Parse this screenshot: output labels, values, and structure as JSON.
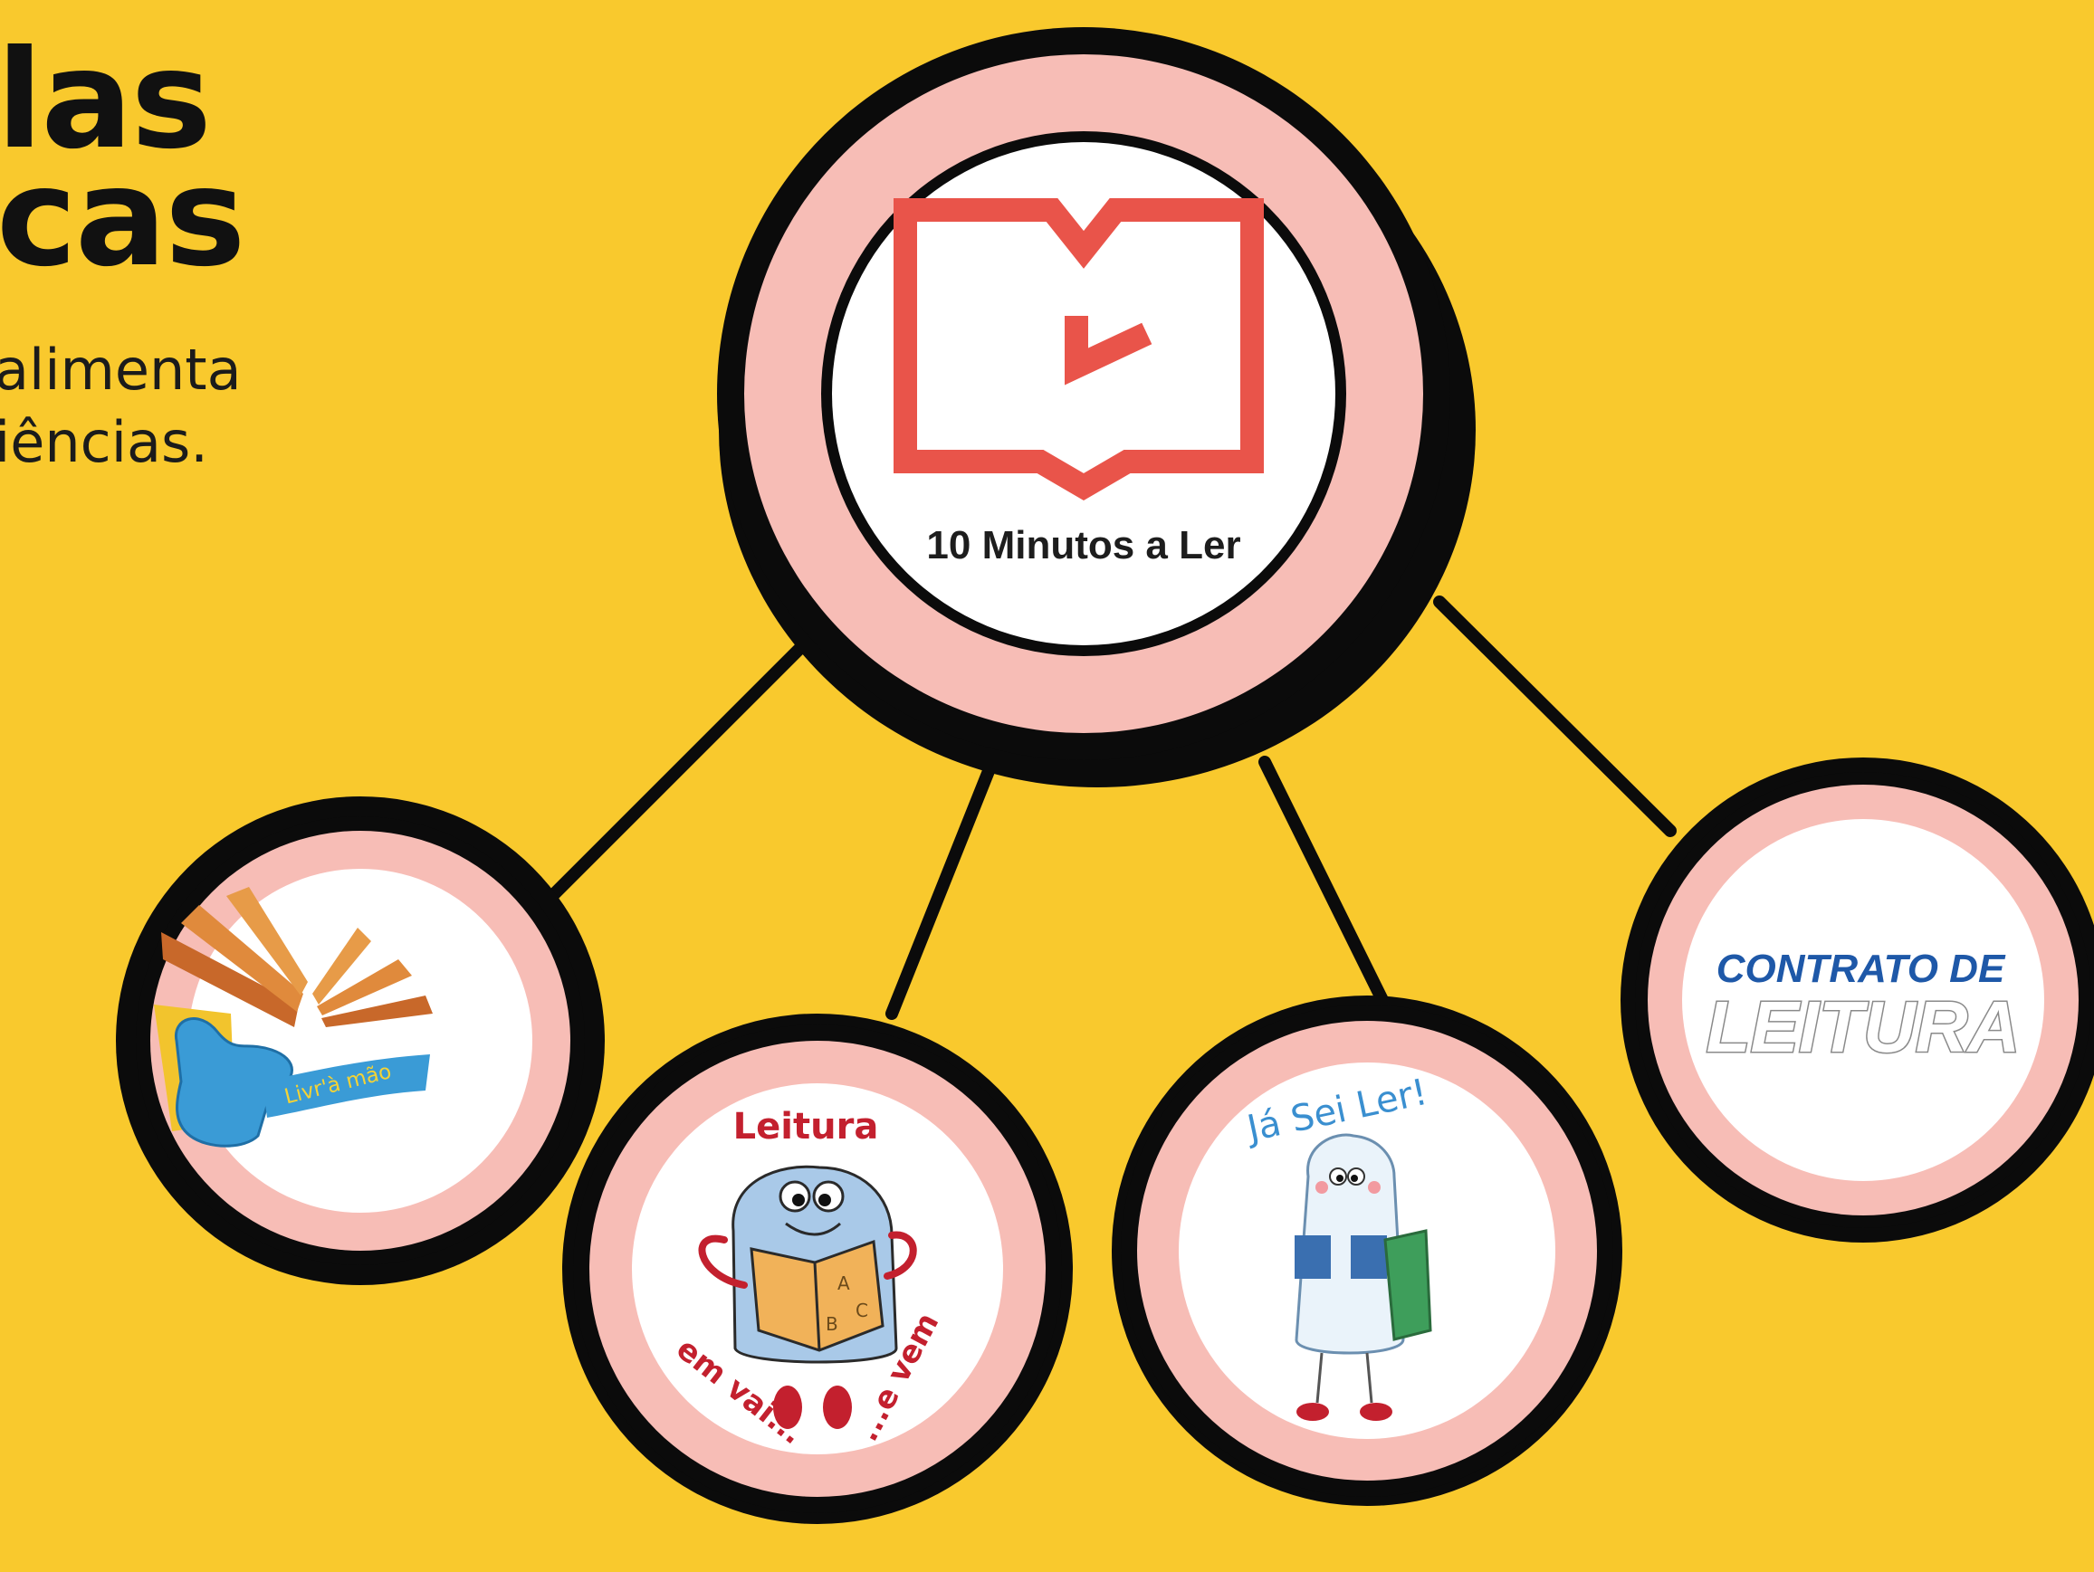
{
  "header": {
    "title_line1": "las",
    "title_line2": "cas",
    "subtitle_line1": "alimenta",
    "subtitle_line2": "iências."
  },
  "nodes": {
    "center": {
      "label": "10 Minutos a Ler"
    },
    "livramao": {
      "label": "Livr'à mão"
    },
    "leitura": {
      "top": "Leitura",
      "bottom_left": "em vai...",
      "bottom_right": "...e vem",
      "book_a": "A",
      "book_b": "B",
      "book_c": "C"
    },
    "jaseiler": {
      "label": "Já Sei Ler!"
    },
    "contrato": {
      "line1": "CONTRATO DE",
      "line2": "LEITURA"
    }
  },
  "colors": {
    "background": "#F9C92D",
    "ring_outline": "#0b0b0b",
    "ring_pink": "#F7BDB6",
    "logo_red": "#E9544A"
  }
}
